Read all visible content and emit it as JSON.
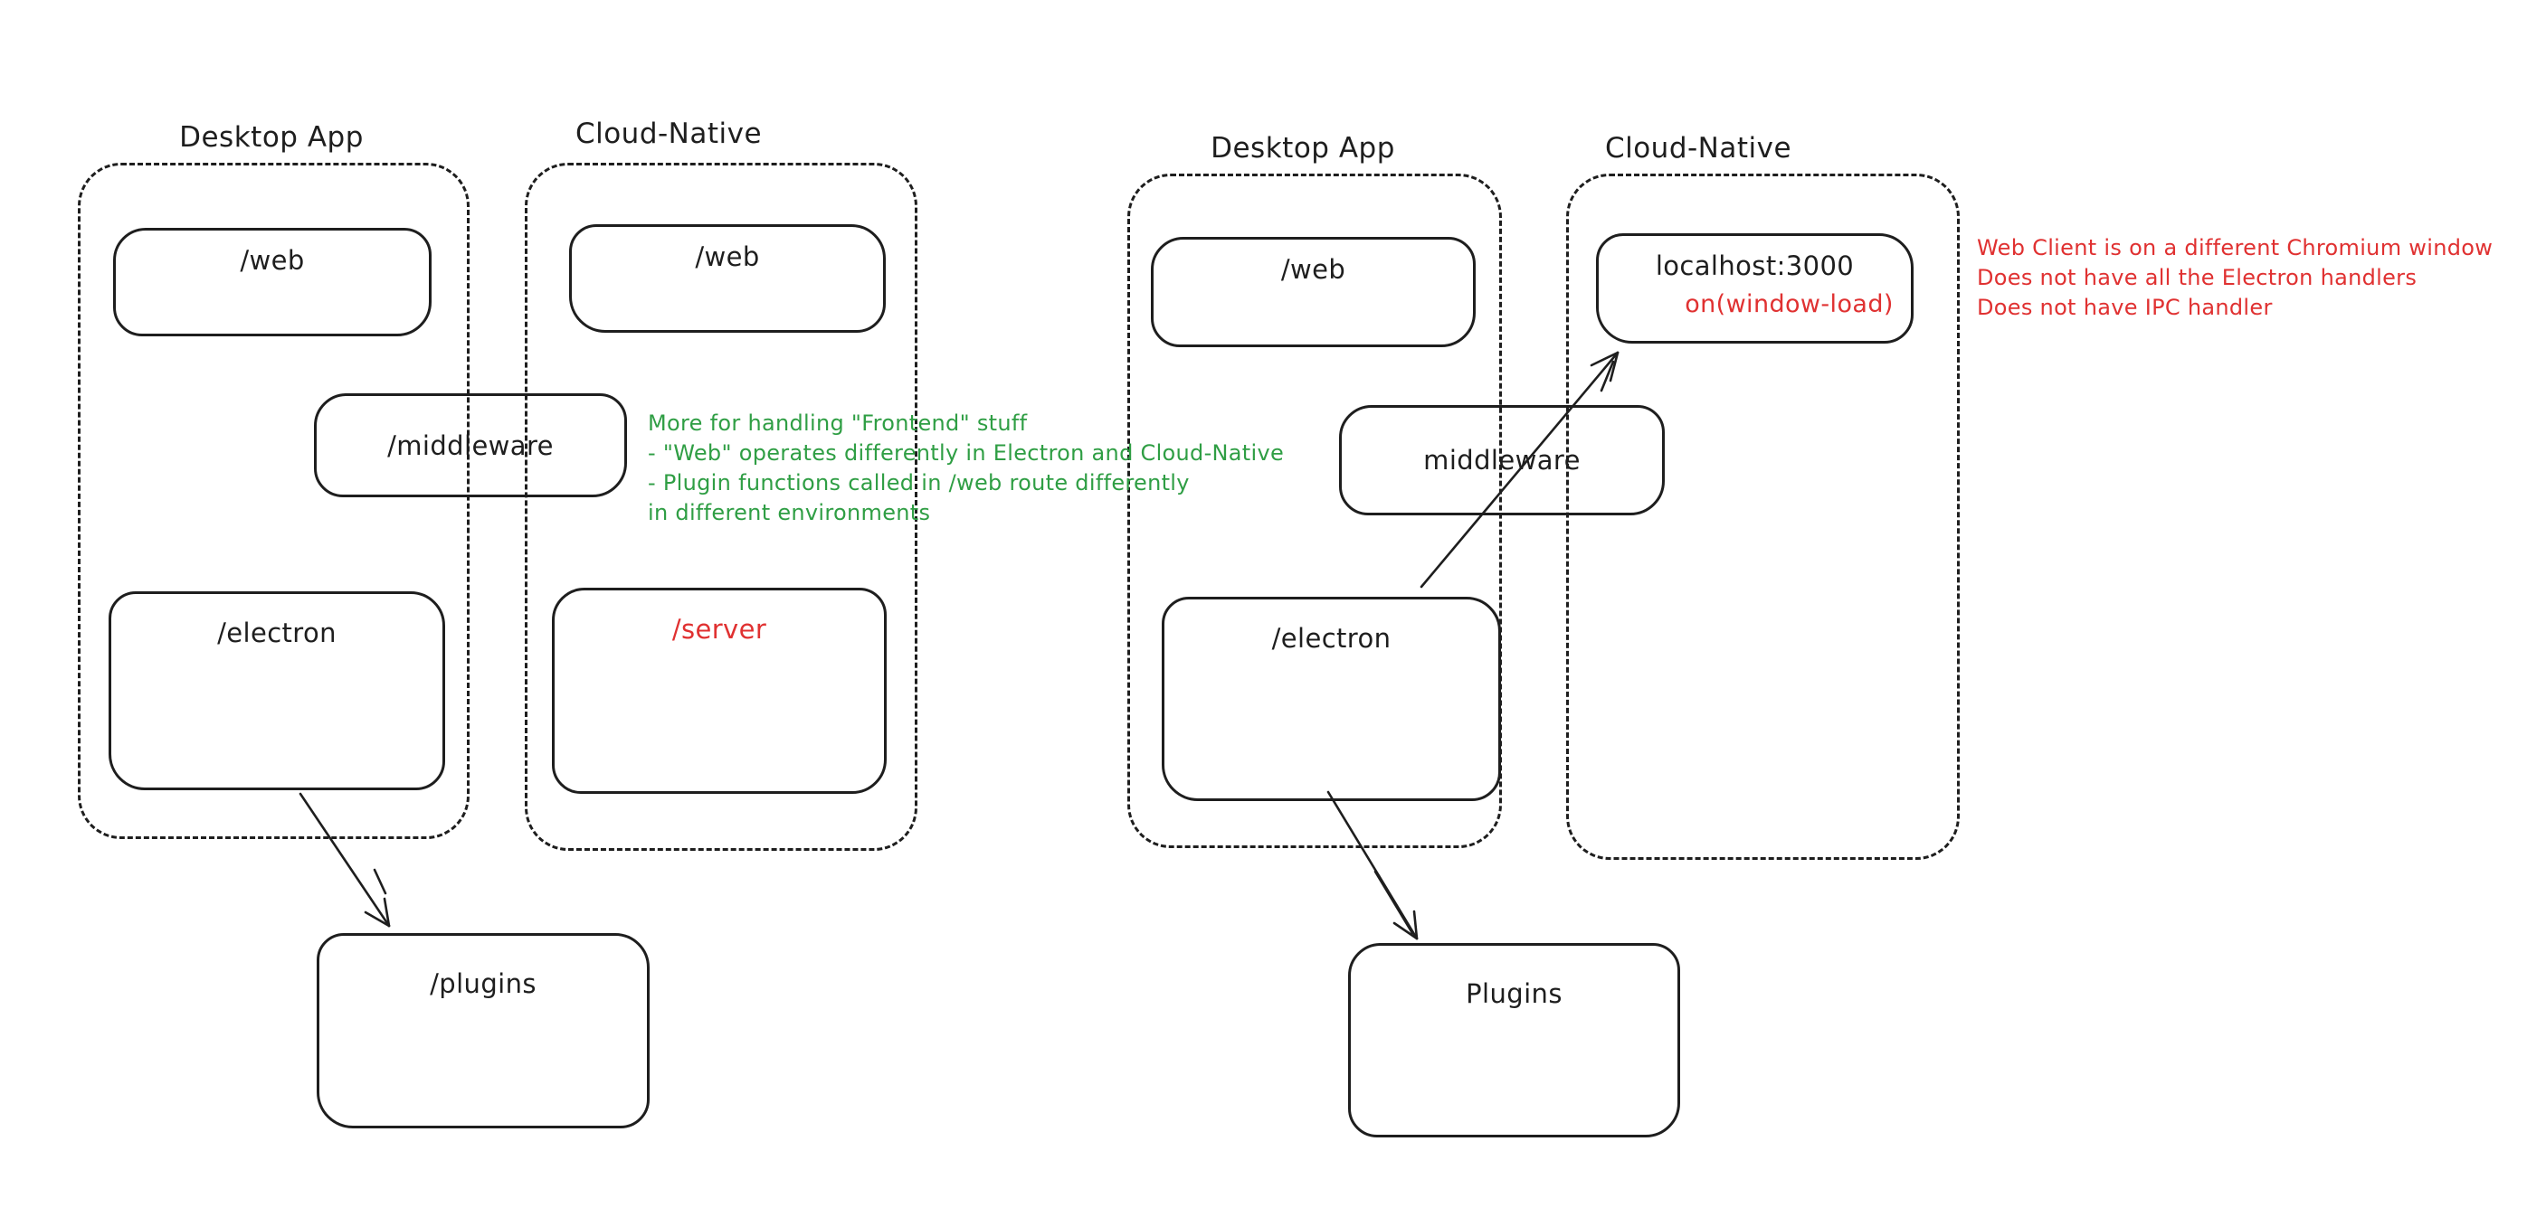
{
  "palette": {
    "stroke": "#1e1e1e",
    "green": "#2f9e44",
    "red": "#e03131",
    "background": "#ffffff"
  },
  "left": {
    "desktop": {
      "label": "Desktop App",
      "web": "/web",
      "electron": "/electron"
    },
    "cloud": {
      "label": "Cloud-Native",
      "web": "/web",
      "server": "/server"
    },
    "middleware": "/middleware",
    "plugins": "/plugins",
    "note": {
      "color": "#2f9e44",
      "lines": [
        "More for handling \"Frontend\" stuff",
        "- \"Web\" operates differently in Electron and Cloud-Native",
        "- Plugin functions called in /web route differently",
        "in different environments"
      ]
    }
  },
  "right": {
    "desktop": {
      "label": "Desktop App",
      "web": "/web",
      "electron": "/electron"
    },
    "cloud": {
      "label": "Cloud-Native",
      "localhost": "localhost:3000",
      "window_load": "on(window-load)"
    },
    "middleware": "middleware",
    "plugins": "Plugins",
    "note": {
      "color": "#e03131",
      "lines": [
        "Web Client is on a different Chromium window",
        "Does not have all the Electron handlers",
        "Does not have IPC handler"
      ]
    }
  }
}
